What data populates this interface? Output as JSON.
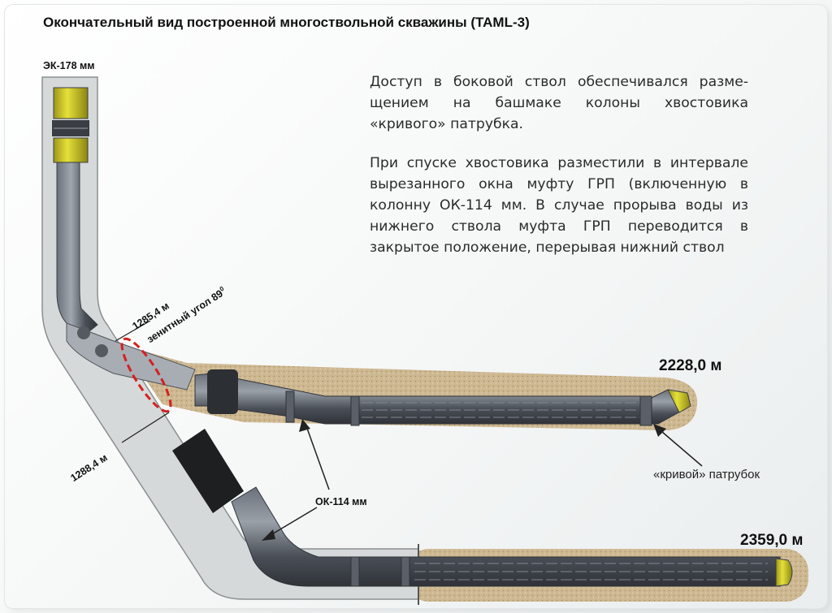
{
  "title": "Окончательный вид построенной многоствольной скважины (TAML-3)",
  "description": {
    "paragraph1": "Доступ в боковой ствол обеспечивался разме-щением на башмаке колоны хвостовика «кривого» патрубка.",
    "paragraph2": "При спуске хвостовика разместили в интервале вырезанного окна муфту ГРП (включенную в колонну ОК-114 мм. В случае прорыва воды из нижнего ствола  муфта ГРП переводится в закрытое положение, перерывая  нижний ствол"
  },
  "labels": {
    "casing": "ЭК-178 мм",
    "depth_window_top": "1285,4 м",
    "zenith_angle": "зенитный угол 89",
    "zenith_angle_unit": "0",
    "depth_window_bottom": "1288,4 м",
    "depth_upper_bore": "2228,0 м",
    "depth_lower_bore": "2359,0 м",
    "liner": "ОК-114 мм",
    "curved_pipe": "«кривой» патрубок"
  },
  "colors": {
    "casing_fill": "#d6d9d9",
    "pipe_dark": "#4a4f57",
    "rock": "#c9b48e",
    "packer_yellow": "#d8d22a",
    "window_marker": "#d42020"
  }
}
